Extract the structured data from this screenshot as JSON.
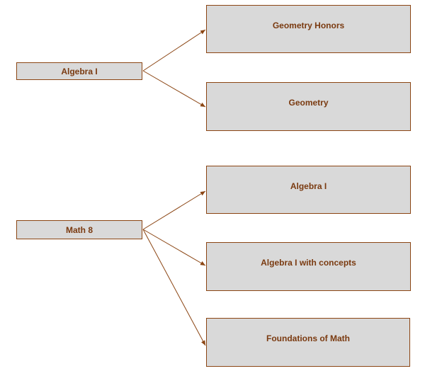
{
  "diagram": {
    "colors": {
      "box_fill": "#d9d9d9",
      "border": "#8b4513",
      "text": "#7a3a10",
      "arrow": "#8b4513"
    },
    "groups": [
      {
        "source": "Algebra I",
        "targets": [
          "Geometry Honors",
          "Geometry"
        ]
      },
      {
        "source": "Math 8",
        "targets": [
          "Algebra I",
          "Algebra I with concepts",
          "Foundations of Math"
        ]
      }
    ]
  }
}
